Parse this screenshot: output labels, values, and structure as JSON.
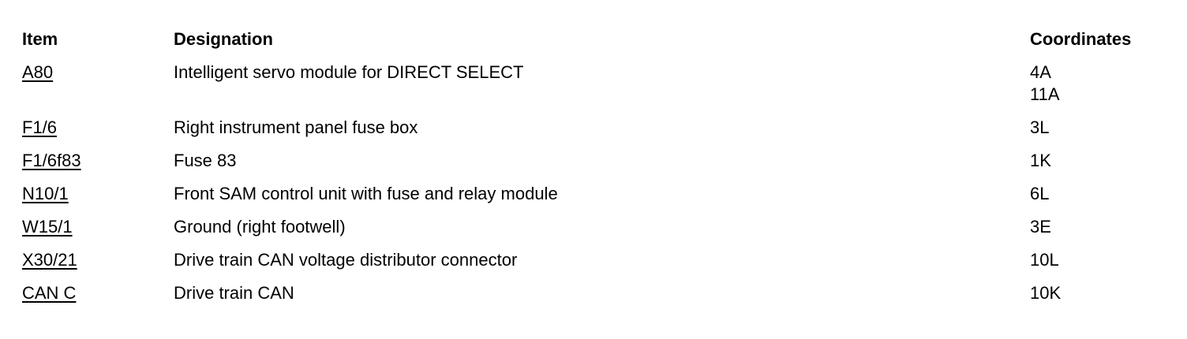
{
  "headers": {
    "item": "Item",
    "designation": "Designation",
    "coordinates": "Coordinates"
  },
  "rows": [
    {
      "item": "A80",
      "designation": "Intelligent servo module for DIRECT SELECT",
      "coordinates": [
        "4A",
        "11A"
      ]
    },
    {
      "item": "F1/6",
      "designation": "Right instrument panel fuse box",
      "coordinates": [
        "3L"
      ]
    },
    {
      "item": "F1/6f83",
      "designation": "Fuse 83",
      "coordinates": [
        "1K"
      ]
    },
    {
      "item": "N10/1",
      "designation": "Front SAM control unit with fuse and relay module",
      "coordinates": [
        "6L"
      ]
    },
    {
      "item": "W15/1",
      "designation": "Ground (right footwell)",
      "coordinates": [
        "3E"
      ]
    },
    {
      "item": "X30/21",
      "designation": "Drive train CAN voltage distributor connector",
      "coordinates": [
        "10L"
      ]
    },
    {
      "item": "CAN C",
      "designation": "Drive train CAN",
      "coordinates": [
        "10K"
      ]
    }
  ]
}
